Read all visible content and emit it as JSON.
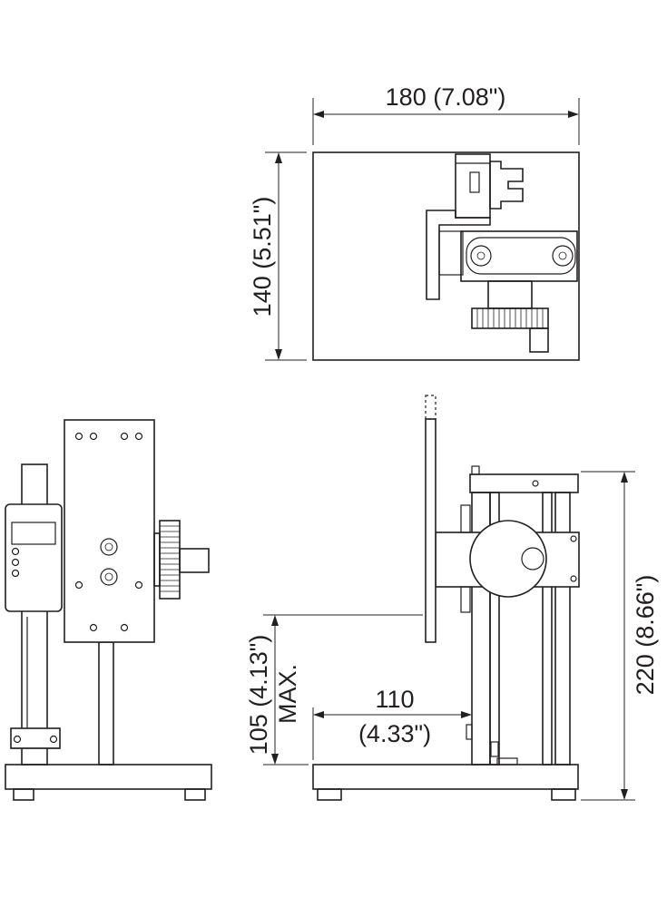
{
  "dimensions": {
    "top_width": "180 (7.08\")",
    "top_depth": "140 (5.51\")",
    "height": "220 (8.66\")",
    "table_height": "105 (4.13\")",
    "table_height_note": "MAX.",
    "throat_mm": "110",
    "throat_in": "(4.33\")"
  }
}
